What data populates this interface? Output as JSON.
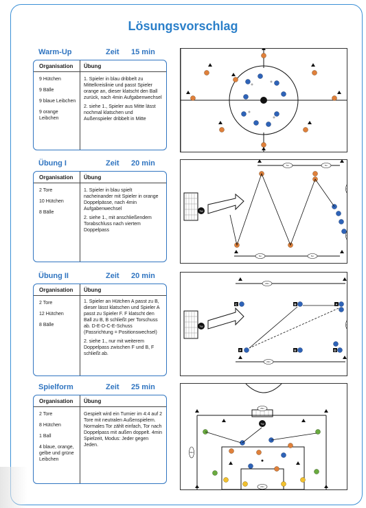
{
  "title": "Lösungsvorschlag",
  "sections": [
    {
      "name": "Warm-Up",
      "zeit_label": "Zeit",
      "duration": "15 min",
      "org_header": "Organisation",
      "ueb_header": "Übung",
      "organisation": [
        "9 Hütchen",
        "9 Bälle",
        "9 blaue Leibchen",
        "9 orange Leibchen"
      ],
      "uebung": [
        "1. Spieler in blau dribbelt zu Mittelkreislinie und passt Spieler orange an, dieser klatscht den Ball zurück, nach 4min Aufgabenwechsel",
        "2. siehe 1., Spieler aus Mitte lässt nochmal klatschen und Außenspieler dribbelt in Mitte"
      ]
    },
    {
      "name": "Übung I",
      "zeit_label": "Zeit",
      "duration": "20 min",
      "org_header": "Organisation",
      "ueb_header": "Übung",
      "organisation": [
        "2 Tore",
        "10 Hütchen",
        "8 Bälle"
      ],
      "uebung": [
        "1. Spieler in blau spielt nacheinander mit Spieler in orange Doppelpässe, nach 4min Aufgabenwechsel",
        "2. siehe 1., mit anschließendem Torabschluss nach viertem Doppelpass"
      ]
    },
    {
      "name": "Übung II",
      "zeit_label": "Zeit",
      "duration": "20 min",
      "org_header": "Organisation",
      "ueb_header": "Übung",
      "organisation": [
        "2 Tore",
        "12 Hütchen",
        "8 Bälle"
      ],
      "uebung": [
        "1. Spieler an Hütchen A passt zu B, dieser lässt klatschen und Spieler A passt zu Spieler F. F klatscht den Ball zu B, B schließt per Torschuss ab. D-E-D-C-E-Schuss (Passrichtung = Positionswechsel)",
        "2. siehe 1., nur mit weiterem Doppelpass zwischen F und B, F schließt ab."
      ]
    },
    {
      "name": "Spielform",
      "zeit_label": "Zeit",
      "duration": "25 min",
      "org_header": "Organisation",
      "ueb_header": "Übung",
      "organisation": [
        "2 Tore",
        "8 Hütchen",
        "1 Ball",
        "4 blaue, orange, gelbe und grüne Leibchen"
      ],
      "uebung": [
        "Gespielt wird ein Turnier im 4:4 auf 2 Tore mit neutralen Außenspielern. Normales Tor zählt einfach, Tor nach Doppelpass mit außen doppelt. 4min Spielzeit, Modus: Jeder gegen Jeden."
      ]
    }
  ],
  "diagram_labels": {
    "tw": "TW",
    "d2": "2m",
    "d3": "3m",
    "d5": "5m",
    "d10": "10m",
    "d20": "20m",
    "d25": "25m",
    "d30": "30m",
    "A": "A",
    "B": "B",
    "C": "C",
    "D": "D",
    "E": "E",
    "F": "F"
  },
  "colors": {
    "accent": "#2a7fc9",
    "blue_player": "#2e63b8",
    "orange_player": "#e0803a",
    "yellow_player": "#f2c12e",
    "green_player": "#6aab3f"
  }
}
